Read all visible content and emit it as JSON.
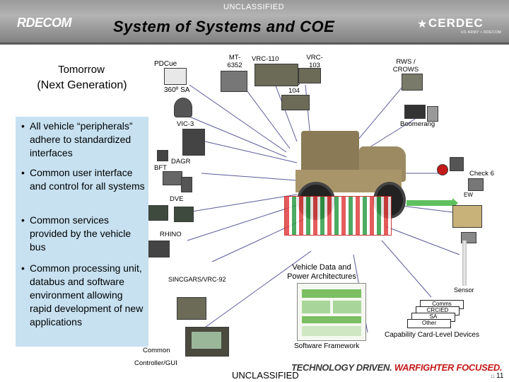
{
  "header": {
    "classification_top": "UNCLASSIFIED",
    "title": "System of Systems and COE",
    "logo_left": "RDECOM",
    "logo_right": "CERDEC",
    "logo_right_sub": "US ARMY • RDECOM"
  },
  "left": {
    "heading_line1": "Tomorrow",
    "heading_line2": "(Next Generation)",
    "bullets": [
      "All vehicle “peripherals” adhere to standardized interfaces",
      "Common user interface and control for all systems",
      "Common services provided by the vehicle bus",
      "Common processing unit, databus and software environment allowing rapid development of new applications"
    ]
  },
  "components": {
    "pdcue": "PDCue",
    "sa360": "360º SA",
    "mt6352": "MT-\n6352",
    "vrc110": "VRC-110",
    "vrc103": "VRC-\n103",
    "vrc104": "VRC-\n104",
    "rws": "RWS /\nCROWS",
    "vic3": "VIC-3",
    "boomerang": "Boomerang",
    "dagr": "DAGR",
    "bft": "BFT",
    "check6": "Check 6",
    "ew": "EW",
    "dve": "DVE",
    "rhino": "RHINO",
    "vehicle_data": "Vehicle Data and Power Architectures",
    "sincgars": "SINCGARS/VRC-92",
    "sensor": "Sensor",
    "cards": [
      "Comms",
      "CRCIED",
      "SA",
      "Other"
    ],
    "capability_cards": "Capability Card-Level Devices",
    "software_framework": "Software Framework",
    "common_controller": "Common",
    "common_controller2": "Controller/GUI"
  },
  "footer": {
    "classification_bottom": "UNCLASSIFIED",
    "slogan_part1": "TECHNOLOGY DRIVEN.",
    "slogan_part2": "WARFIGHTER FOCUSED.",
    "page_small": "11",
    "page": "11"
  },
  "colors": {
    "bullet_box": "#c7e1f1",
    "header_gray": "#9a9a9a",
    "slogan_red": "#c41a1a",
    "connector_line": "#5a5a9a"
  }
}
